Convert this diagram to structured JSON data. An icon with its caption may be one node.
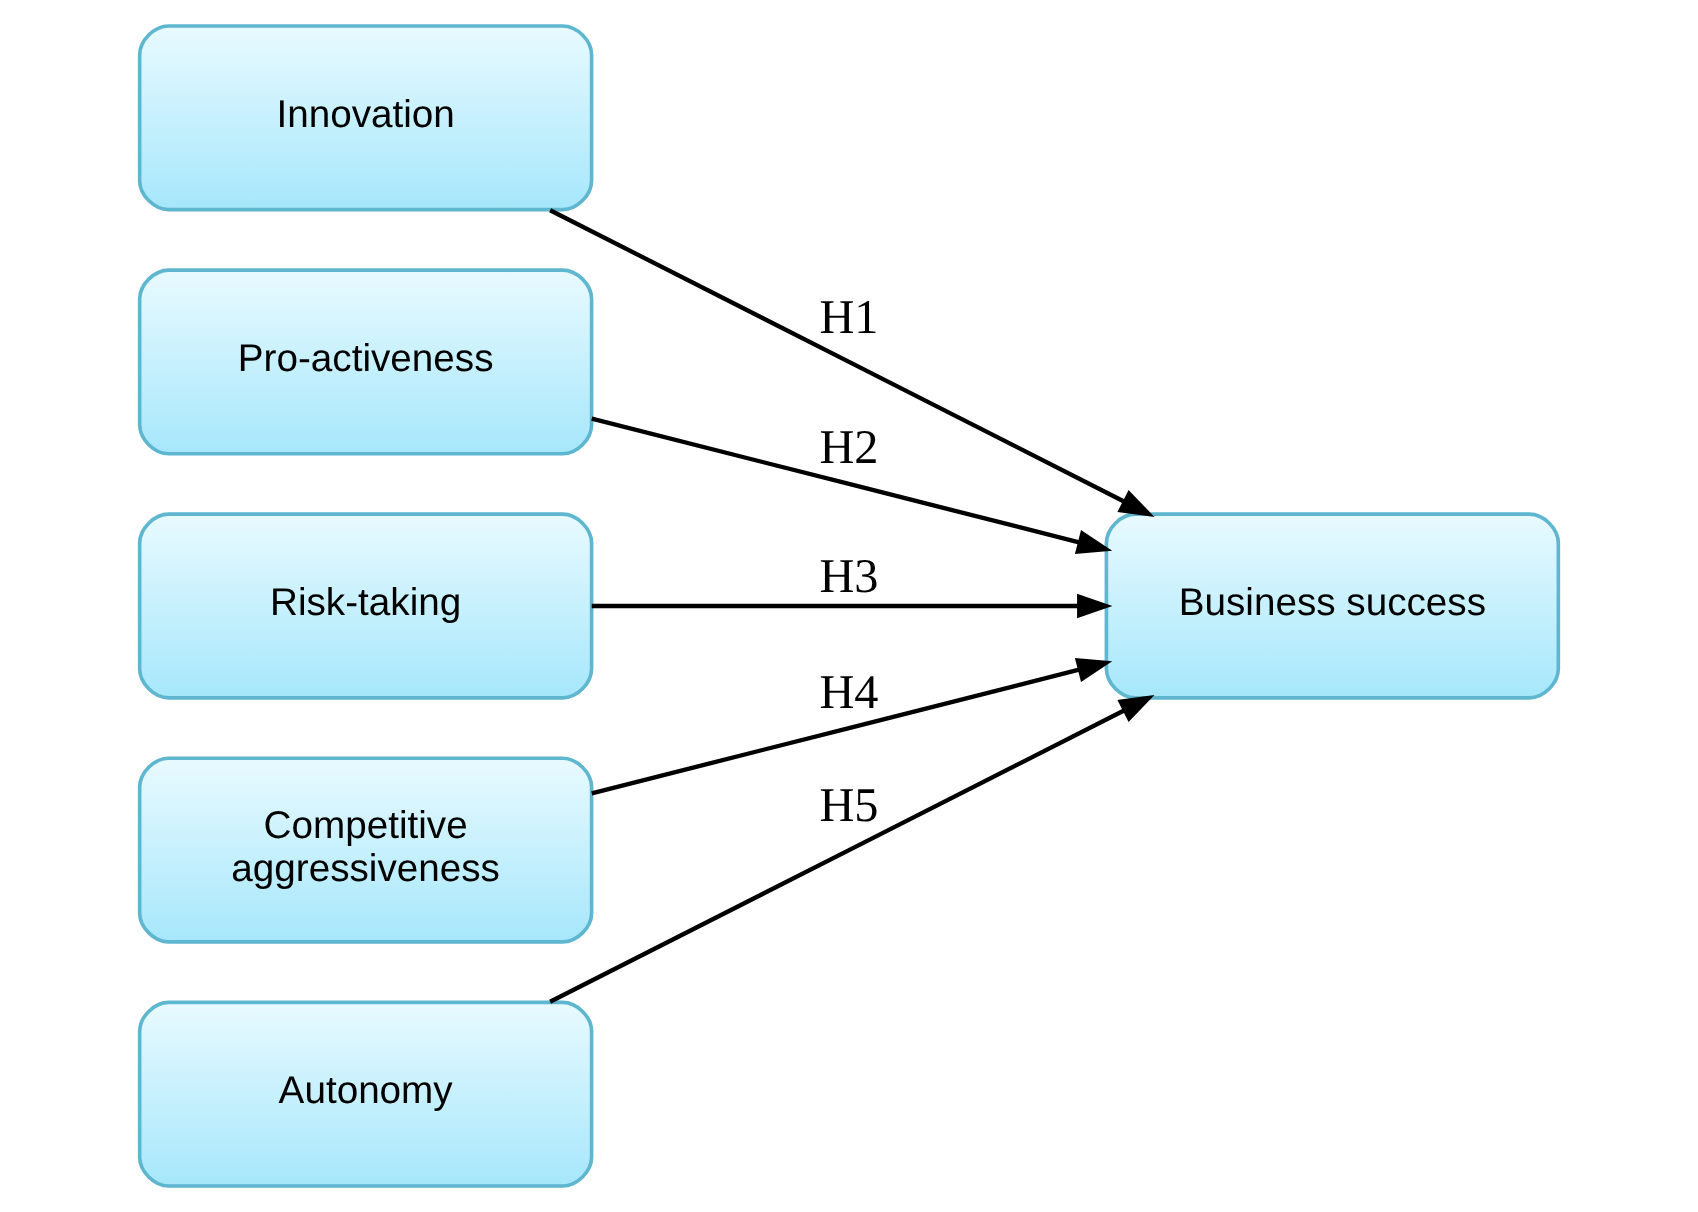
{
  "diagram": {
    "nodes": [
      {
        "text": [
          "Innovation"
        ]
      },
      {
        "text": [
          "Pro-activeness"
        ]
      },
      {
        "text": [
          "Risk-taking"
        ]
      },
      {
        "text": [
          "Competitive aggressiveness"
        ]
      },
      {
        "text": [
          "Autonomy"
        ]
      },
      {
        "text": [
          "Business success"
        ]
      }
    ],
    "edges": [
      {
        "from": 0,
        "to": 5,
        "arrow": "to",
        "label": "H1"
      },
      {
        "from": 1,
        "to": 5,
        "arrow": "to",
        "label": "H2"
      },
      {
        "from": 2,
        "to": 5,
        "arrow": "to",
        "label": "H3"
      },
      {
        "from": 3,
        "to": 5,
        "arrow": "to",
        "label": "H4"
      },
      {
        "from": 4,
        "to": 5,
        "arrow": "to",
        "label": "H5"
      }
    ]
  }
}
